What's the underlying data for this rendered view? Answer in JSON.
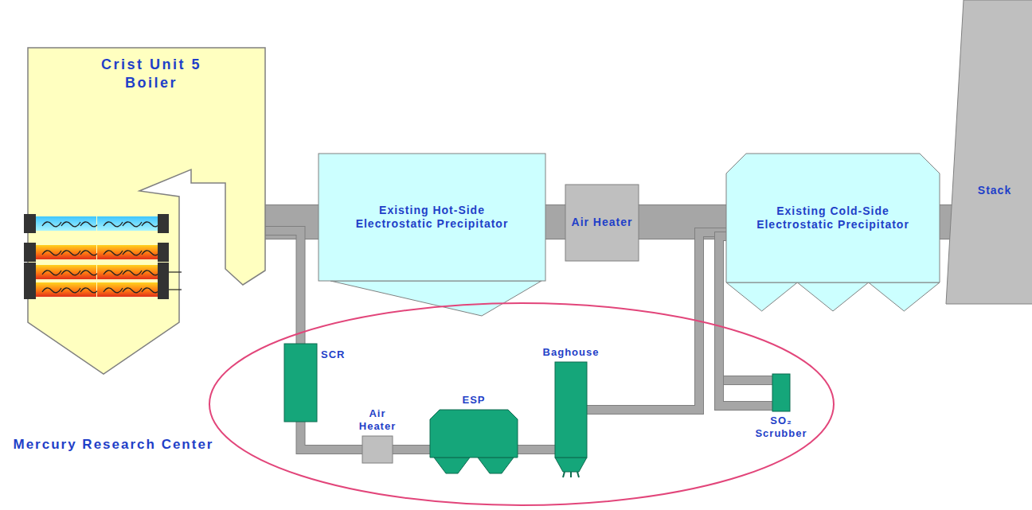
{
  "diagram": {
    "nodes": [
      {
        "text": [
          "Crist Unit 5 Boiler"
        ]
      },
      {
        "text": [
          "Existing Hot-Side Electrostatic Precipitator"
        ]
      },
      {
        "text": [
          "Air Heater"
        ]
      },
      {
        "text": [
          "Existing Cold-Side Electrostatic Precipitator"
        ]
      },
      {
        "text": [
          "Stack"
        ]
      },
      {
        "text": [
          "Mercury Research Center"
        ]
      },
      {
        "text": [
          "SCR"
        ],
        "in": 5
      },
      {
        "text": [
          "Air Heater"
        ],
        "in": 5
      },
      {
        "text": [
          "ESP"
        ],
        "in": 5
      },
      {
        "text": [
          "Baghouse"
        ],
        "in": 5
      },
      {
        "text": [
          "SO₂ Scrubber"
        ],
        "in": 5
      }
    ],
    "edges": [
      {
        "from": 0,
        "to": 1,
        "arrow": "none"
      },
      {
        "from": 1,
        "to": 2,
        "arrow": "none"
      },
      {
        "from": 2,
        "to": 3,
        "arrow": "none"
      },
      {
        "from": 3,
        "to": 4,
        "arrow": "none"
      },
      {
        "from": 0,
        "to": 6,
        "arrow": "none"
      },
      {
        "from": 6,
        "to": 7,
        "arrow": "none"
      },
      {
        "from": 7,
        "to": 8,
        "arrow": "none"
      },
      {
        "from": 8,
        "to": 9,
        "arrow": "none"
      },
      {
        "from": 9,
        "to": 3,
        "arrow": "none"
      },
      {
        "from": 3,
        "to": 10,
        "arrow": "none"
      },
      {
        "from": 10,
        "to": 3,
        "arrow": "none"
      }
    ]
  }
}
